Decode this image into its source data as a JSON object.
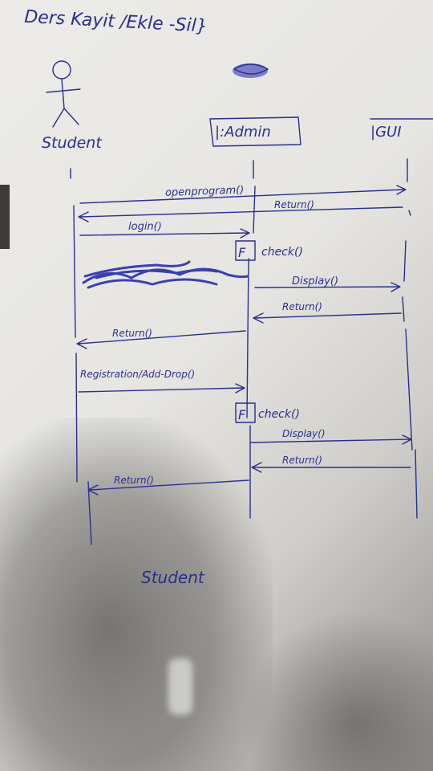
{
  "diagram": {
    "title": "Ders Kayit /Ekle -Sil}",
    "actor_label": "Student",
    "lifeline_labels": [
      "|:Admin",
      "|GUI"
    ],
    "messages": [
      {
        "label": "openprogram()"
      },
      {
        "label": "Return()"
      },
      {
        "label": "login()"
      },
      {
        "label": "check()"
      },
      {
        "label": "Display()"
      },
      {
        "label": "Return()"
      },
      {
        "label": "Return()"
      },
      {
        "label": "Registration/Add-Drop()"
      },
      {
        "label": "check()"
      },
      {
        "label": "Display()"
      },
      {
        "label": "Return()"
      },
      {
        "label": "Return()"
      }
    ],
    "self_marks": [
      "F",
      "F"
    ],
    "bottom_label": "Student"
  },
  "colors": {
    "ink": "#2a2f8c",
    "paper": "#ecebe8"
  }
}
